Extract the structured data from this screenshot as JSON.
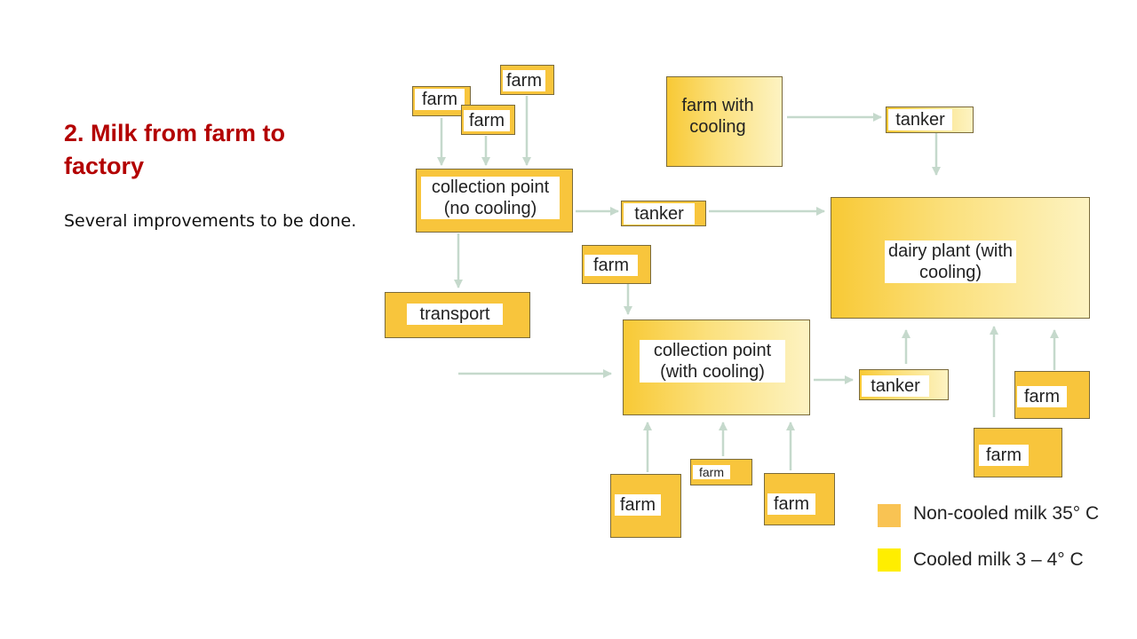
{
  "slide": {
    "title": "2. Milk from farm to factory",
    "body": "Several improvements to be done."
  },
  "diagram": {
    "farm": "farm",
    "farm_with_cooling": "farm with cooling",
    "tanker": "tanker",
    "collection_no_cooling": "collection point (no cooling)",
    "collection_with_cooling": "collection point (with cooling)",
    "transport": "transport",
    "dairy_plant": "dairy plant (with cooling)"
  },
  "legend": {
    "non_cooled": {
      "label": "Non-cooled milk 35° C",
      "color": "#f9c353"
    },
    "cooled": {
      "label": "Cooled milk 3 – 4° C",
      "color": "#ffee00"
    }
  },
  "colors": {
    "arrow": "#c5d9cc",
    "title": "#b30000"
  }
}
